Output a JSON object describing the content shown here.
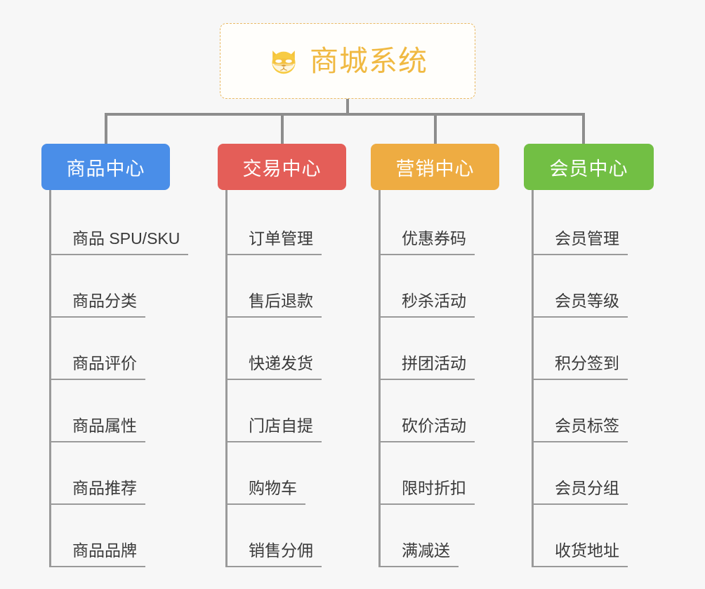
{
  "page": {
    "background_color": "#f7f7f7",
    "type": "mindmap"
  },
  "root": {
    "title": "商城系统",
    "icon": "shiba-dog-face-emoji",
    "border_color": "#e9b964",
    "text_color": "#f0b942",
    "background_color": "#fffefb"
  },
  "connector_color": "#8d8d8d",
  "branches": [
    {
      "label": "商品中心",
      "color": "#4a8ee8",
      "items": [
        "商品 SPU/SKU",
        "商品分类",
        "商品评价",
        "商品属性",
        "商品推荐",
        "商品品牌"
      ]
    },
    {
      "label": "交易中心",
      "color": "#e45e58",
      "items": [
        "订单管理",
        "售后退款",
        "快递发货",
        "门店自提",
        "购物车",
        "销售分佣"
      ]
    },
    {
      "label": "营销中心",
      "color": "#eeac42",
      "items": [
        "优惠券码",
        "秒杀活动",
        "拼团活动",
        "砍价活动",
        "限时折扣",
        "满减送"
      ]
    },
    {
      "label": "会员中心",
      "color": "#72bf44",
      "items": [
        "会员管理",
        "会员等级",
        "积分签到",
        "会员标签",
        "会员分组",
        "收货地址"
      ]
    }
  ]
}
